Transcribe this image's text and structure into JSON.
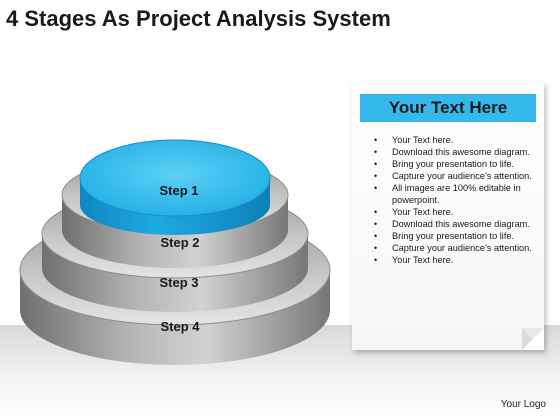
{
  "title": "4 Stages As Project Analysis System",
  "stages": [
    {
      "label": "Step 1"
    },
    {
      "label": "Step 2"
    },
    {
      "label": "Step 3"
    },
    {
      "label": "Step 4"
    }
  ],
  "colors": {
    "accent": "#1aa6e0",
    "tier": "#b9b9b9",
    "tier_dark": "#8a8a8a"
  },
  "note": {
    "header": "Your Text Here",
    "bullets": [
      "Your Text here.",
      "Download this awesome diagram.",
      "Bring your presentation to life.",
      "Capture your audience’s attention.",
      "All images are 100% editable in powerpoint.",
      "Your Text here.",
      "Download this awesome diagram.",
      "Bring your presentation to life.",
      "Capture your audience’s attention.",
      "Your Text here."
    ]
  },
  "logo": "Your Logo"
}
